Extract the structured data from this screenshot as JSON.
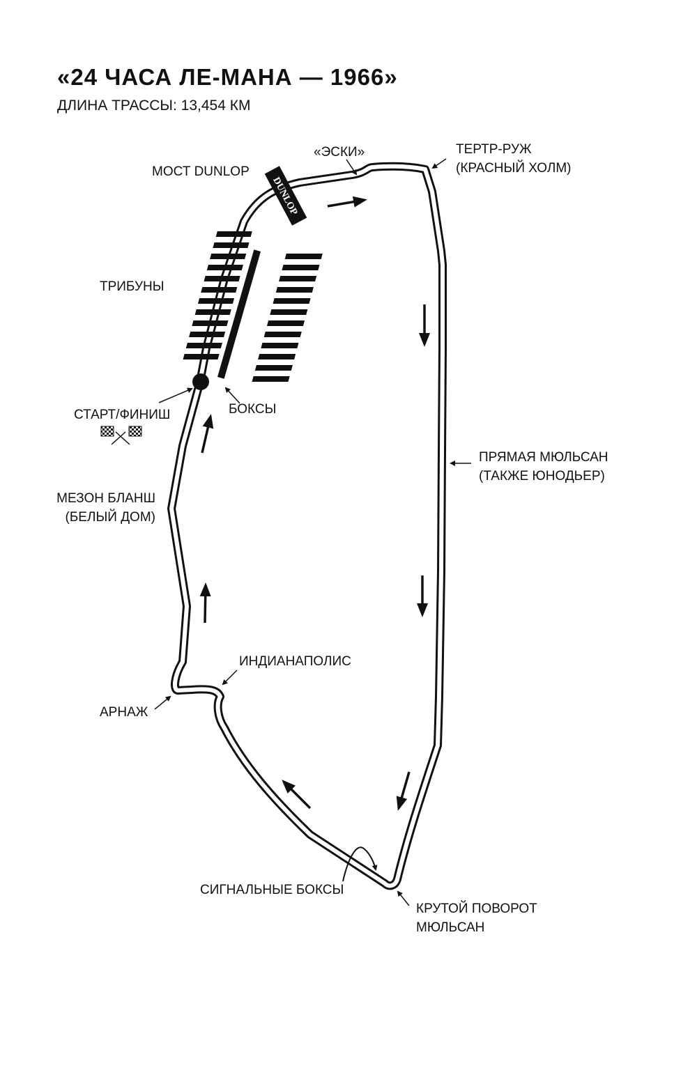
{
  "title": "«24 ЧАСА ЛЕ-МАНА — 1966»",
  "subtitle": "ДЛИНА ТРАССЫ: 13,454 КМ",
  "labels": {
    "esses": "«ЭСКИ»",
    "tertre_rouge_1": "ТЕРТР-РУЖ",
    "tertre_rouge_2": "(КРАСНЫЙ ХОЛМ)",
    "dunlop_bridge": "МОСТ DUNLOP",
    "dunlop_sign": "DUNLOP",
    "grandstands": "ТРИБУНЫ",
    "pits": "БОКСЫ",
    "start_finish": "СТАРТ/ФИНИШ",
    "mulsanne_straight_1": "ПРЯМАЯ МЮЛЬСАН",
    "mulsanne_straight_2": "(ТАКЖЕ ЮНОДЬЕР)",
    "maison_blanche_1": "МЕЗОН БЛАНШ",
    "maison_blanche_2": "(БЕЛЫЙ ДОМ)",
    "indianapolis": "ИНДИАНАПОЛИС",
    "arnage": "АРНАЖ",
    "signal_pits": "СИГНАЛЬНЫЕ БОКСЫ",
    "mulsanne_corner_1": "КРУТОЙ ПОВОРОТ",
    "mulsanne_corner_2": "МЮЛЬСАН"
  },
  "colors": {
    "ink": "#111111",
    "background": "#ffffff"
  },
  "icons": [
    "checkered-flags-icon",
    "direction-arrow-icon",
    "pointer-arrow-icon",
    "start-finish-dot-icon"
  ]
}
